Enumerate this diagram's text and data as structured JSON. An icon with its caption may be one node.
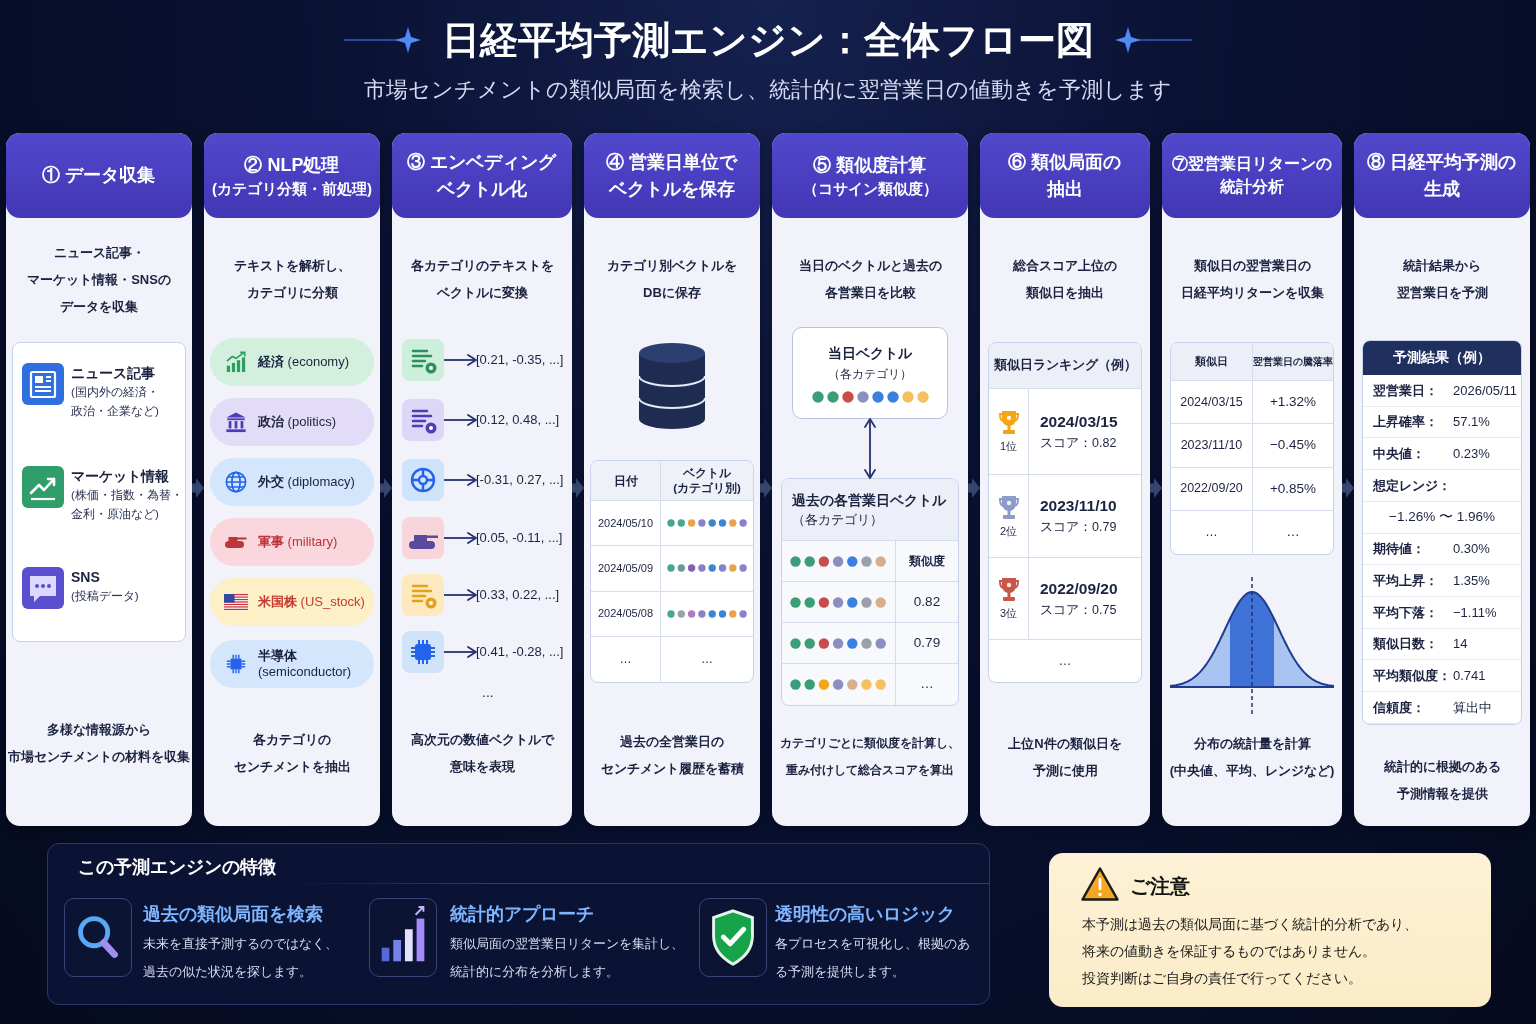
{
  "diagram": {
    "title": "日経平均予測エンジン：全体フロー図",
    "nodes": [
      {
        "text": [
          "① データ収集",
          "ニュース記事・マーケット情報・SNSのデータを収集",
          "多様な情報源から市場センチメントの材料を収集"
        ]
      },
      {
        "text": [
          "ニュース記事",
          "(国内外の経済・政治・企業など)",
          "マーケット情報",
          "(株価・指数・為替・金利・原油など)",
          "SNS",
          "(投稿データ)"
        ],
        "in": 0
      },
      {
        "text": [
          "② NLP処理",
          "(カテゴリ分類・前処理)",
          "テキストを解析し、カテゴリに分類",
          "各カテゴリのセンチメントを抽出"
        ]
      },
      {
        "text": [
          "**経済** (economy)"
        ],
        "in": 2
      },
      {
        "text": [
          "**政治** (politics)"
        ],
        "in": 2
      },
      {
        "text": [
          "**外交** (diplomacy)"
        ],
        "in": 2
      },
      {
        "text": [
          "**軍事** (military)"
        ],
        "in": 2
      },
      {
        "text": [
          "**米国株** (US_stock)"
        ],
        "in": 2
      },
      {
        "text": [
          "**半導体** (semiconductor)"
        ],
        "in": 2
      },
      {
        "text": [
          "③ エンベディングベクトル化",
          "各カテゴリのテキストをベクトルに変換",
          "高次元の数値ベクトルで意味を表現"
        ]
      },
      {
        "text": [],
        "shape": "picture",
        "in": 9
      },
      {
        "text": [
          "[0.21, -0.35, ...]"
        ],
        "in": 9
      },
      {
        "text": [],
        "shape": "picture",
        "in": 9
      },
      {
        "text": [
          "[0.12, 0.48, ...]"
        ],
        "in": 9
      },
      {
        "text": [],
        "shape": "picture",
        "in": 9
      },
      {
        "text": [
          "[-0.31, 0.27, ...]"
        ],
        "in": 9
      },
      {
        "text": [],
        "shape": "picture",
        "in": 9
      },
      {
        "text": [
          "[0.05, -0.11, ...]"
        ],
        "in": 9
      },
      {
        "text": [],
        "shape": "picture",
        "in": 9
      },
      {
        "text": [
          "[0.33, 0.22, ...]"
        ],
        "in": 9
      },
      {
        "text": [],
        "shape": "picture",
        "in": 9
      },
      {
        "text": [
          "[0.41, -0.28, ...]"
        ],
        "in": 9
      },
      {
        "text": [
          "④ 営業日単位でベクトルを保存",
          "カテゴリ別ベクトルをDBに保存",
          "過去の全営業日のセンチメント履歴を蓄積"
        ]
      },
      {
        "text": [
          "日付",
          "ベクトル (カテゴリ別)",
          "2024/05/10",
          "2024/05/09",
          "2024/05/08",
          "…",
          "…"
        ],
        "in": 22
      },
      {
        "text": [
          "⑤ 類似度計算",
          "（コサイン類似度）",
          "当日のベクトルと過去の各営業日を比較",
          "カテゴリごとに類似度を計算し、重み付けして総合スコアを算出"
        ]
      },
      {
        "text": [
          "当日ベクトル",
          "（各カテゴリ）"
        ],
        "in": 24
      },
      {
        "text": [
          "過去の各営業日ベクトル",
          "（各カテゴリ）",
          "類似度",
          "0.82",
          "0.79",
          "…"
        ],
        "in": 24
      },
      {
        "text": [
          "⑥ 類似局面の抽出",
          "総合スコア上位の類似日を抽出",
          "上位N件の類似日を予測に使用"
        ]
      },
      {
        "text": [
          "類似日ランキング（例）",
          "1位",
          "2024/03/15",
          "スコア：0.82",
          "2位",
          "2023/11/10",
          "スコア：0.79",
          "3位",
          "2022/09/20",
          "スコア：0.75",
          "…"
        ],
        "in": 27
      },
      {
        "text": [
          "⑦翌営業日リターンの統計分析",
          "類似日の翌営業日の日経平均リターンを収集",
          "分布の統計量を計算(中央値、平均、レンジなど)"
        ]
      },
      {
        "text": [
          "類似日",
          "翌営業日の騰落率",
          "2024/03/15",
          "+1.32%",
          "2023/11/10",
          "−0.45%",
          "2022/09/20",
          "+0.85%",
          "…",
          "…"
        ],
        "in": 29
      },
      {
        "text": [
          "⑧ 日経平均予測の生成",
          "統計結果から翌営業日を予測",
          "統計的に根拠のある予測情報を提供"
        ]
      },
      {
        "text": [
          "予測結果（例）",
          "翌営業日：",
          "2026/05/11",
          "上昇確率：",
          "57.1%",
          "中央値：",
          "0.23%",
          "想定レンジ：",
          "−1.26% 〜 1.96%",
          "期待値：",
          "0.30%",
          "平均上昇：",
          "1.35%",
          "平均下落：",
          "−1.11%",
          "類似日数：",
          "14",
          "平均類似度：",
          "0.741",
          "信頼度：",
          "算出中"
        ],
        "in": 31
      },
      {
        "text": [
          "この予測エンジンの特徴",
          "過去の類似局面を検索",
          "未来を直接予測するのではなく、過去の似た状況を探します。",
          "統計的アプローチ",
          "類似局面の翌営業日リターンを集計し、統計的に分布を分析します。",
          "透明性の高いロジック",
          "各プロセスを可視化し、根拠のある予測を提供します。"
        ]
      },
      {
        "text": [
          "ご注意",
          "本予測は過去の類似局面に基づく統計的分析であり、将来の値動きを保証するものではありません。",
          "投資判断はご自身の責任で行ってください。"
        ]
      }
    ],
    "edges": [
      {
        "from": 0,
        "to": 2,
        "arrow": "to",
        "style": "thick",
        "color": "#34466e"
      },
      {
        "from": 2,
        "to": 9,
        "arrow": "to",
        "style": "thick",
        "color": "#34466e"
      },
      {
        "from": 9,
        "to": 22,
        "arrow": "to",
        "style": "thick",
        "color": "#34466e"
      },
      {
        "from": 22,
        "to": 24,
        "arrow": "to",
        "style": "thick",
        "color": "#34466e"
      },
      {
        "from": 24,
        "to": 27,
        "arrow": "to",
        "style": "thick",
        "color": "#34466e"
      },
      {
        "from": 27,
        "to": 29,
        "arrow": "to",
        "style": "thick",
        "color": "#34466e"
      },
      {
        "from": 29,
        "to": 31,
        "arrow": "to",
        "style": "thick",
        "color": "#34466e"
      },
      {
        "from": 10,
        "to": 11,
        "arrow": "to"
      },
      {
        "from": 12,
        "to": 13,
        "arrow": "to"
      },
      {
        "from": 14,
        "to": 15,
        "arrow": "to"
      },
      {
        "from": 16,
        "to": 17,
        "arrow": "to"
      },
      {
        "from": 18,
        "to": 19,
        "arrow": "to"
      },
      {
        "from": 20,
        "to": 21,
        "arrow": "to"
      },
      {
        "from": 25,
        "to": 26,
        "arrow": "both"
      }
    ],
    "labels": [
      "市場センチメントの類似局面を検索し、統計的に翌営業日の値動きを予測します",
      "..."
    ]
  }
}
